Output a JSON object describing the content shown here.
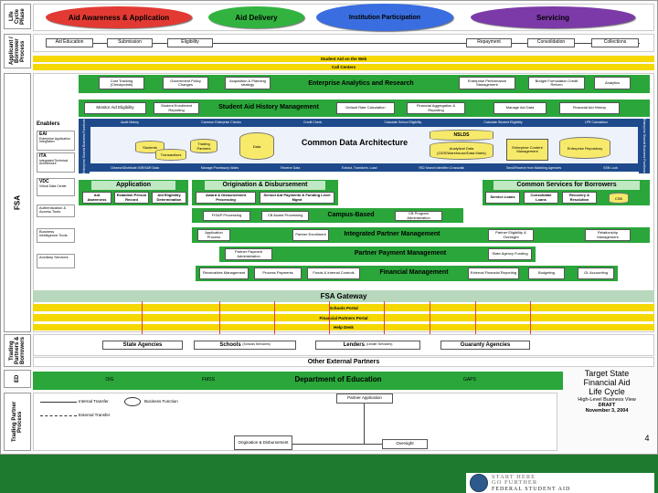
{
  "lifecycle_phases": {
    "header": "Life Cycle Phase",
    "phases": [
      {
        "label": "Aid Awareness & Application",
        "color": "#e23a33"
      },
      {
        "label": "Aid Delivery",
        "color": "#32b340"
      },
      {
        "label": "Institution Participation",
        "color": "#1e56c8"
      },
      {
        "label": "Servicing",
        "color": "#7c3aa8"
      }
    ]
  },
  "applicant_process": {
    "side_label": "Applicant / Borrower Process",
    "steps": [
      "Aid Education",
      "Submission",
      "Eligibility",
      "Repayment",
      "Consolidation",
      "Collections"
    ]
  },
  "portal_bars": [
    "Student Aid on the Web",
    "Call Centers"
  ],
  "fsa": {
    "side_label": "FSA",
    "enterprise_analytics": {
      "title": "Enterprise Analytics and Research",
      "boxes": [
        "Cost Tracking (Checkpoints)",
        "Government Policy Changes",
        "Acquisition & Planning strategy",
        "Enterprise Performance Management",
        "Budget Formulation Credit Reform",
        "Analytics"
      ]
    },
    "aid_history": {
      "title": "Student Aid History Management",
      "boxes": [
        "Monitor Aid Eligibility",
        "Student Enrollment Reporting",
        "Default Rate Calculation",
        "Financial Aggregation & Reporting",
        "Manage Aid Data",
        "Financial Aid History"
      ]
    },
    "cda_top_bar": [
      "Audit History",
      "Common Enterprise Checks",
      "Credit Check",
      "Calculate School Eligibility",
      "Calculate Student Eligibility",
      "LPR Calculation"
    ],
    "cda_side_labels": [
      "Enterprise Shared Business Functions",
      "Enterprise Shared Business Functions"
    ],
    "common_data_architecture": {
      "title": "Common Data Architecture",
      "items": [
        "Students",
        "Trading Partners",
        "Transactions",
        "Data",
        "NSLDS",
        "Analytical Data (ODS/Warehouse/Data Marts)",
        "Enterprise Content Management",
        "Enterprise Repository"
      ]
    },
    "cda_bottom_bar": [
      "Cleanse/Distribute ISIR/SAR Data",
      "Manage Promissory Notes",
      "Receive Data",
      "Extract, Transform, Load",
      "RID Search Identifier Crosswalk",
      "Send/Receive from Matching Agencies",
      "SSN Look"
    ],
    "enablers": {
      "title": "Enablers",
      "items": [
        {
          "name": "EAI",
          "desc": "Enterprise Application Integration"
        },
        {
          "name": "ITA",
          "desc": "Integrated Technical Architecture"
        },
        {
          "name": "VDC",
          "desc": "Virtual Data Center"
        },
        {
          "name": "Authentication & Access Tools",
          "desc": ""
        },
        {
          "name": "Business Intelligence Tools",
          "desc": ""
        },
        {
          "name": "Ancillary Services",
          "desc": ""
        }
      ]
    },
    "application": {
      "title": "Application",
      "boxes": [
        "Aid Awareness",
        "Establish Person Record",
        "Aid Eligibility Determination"
      ]
    },
    "origination": {
      "title": "Origination & Disbursement",
      "boxes": [
        "Award & Disbursement Processing",
        "School Aid Payments & Funding Level Mgmt"
      ]
    },
    "borrower_services": {
      "title": "Common Services for Borrowers",
      "boxes": [
        "Service Loans",
        "Consolidate Loans",
        "Recovery & Resolution",
        "CSB"
      ]
    },
    "campus_based": {
      "title": "Campus-Based",
      "boxes": [
        "FISAP Processing",
        "CB Award Processing",
        "CB Program Administration"
      ]
    },
    "integrated_partner": {
      "title": "Integrated Partner Management",
      "boxes": [
        "Application Process",
        "Partner Enrollment",
        "Partner Eligibility & Oversight",
        "Relationship Management"
      ]
    },
    "partner_payment": {
      "title": "Partner Payment Management",
      "boxes": [
        "Partner Payment Administration",
        "State Agency Funding"
      ]
    },
    "financial_management": {
      "title": "Financial Management",
      "boxes": [
        "Receivables Management",
        "Process Payments",
        "Funds & Internal Controls",
        "External Financial Reporting",
        "Budgeting",
        "GL Accounting"
      ]
    }
  },
  "gateway": {
    "title": "FSA Gateway",
    "portals": [
      "Schools Portal",
      "Financial Partners Portal",
      "Help Desk"
    ]
  },
  "trading_partners": {
    "side_label": "Trading Partners & Borrowers",
    "partners": [
      {
        "name": "State Agencies",
        "sub": ""
      },
      {
        "name": "Schools",
        "sub": "(Schools Servicers)"
      },
      {
        "name": "Lenders",
        "sub": "(Lender Servicers)"
      },
      {
        "name": "Guaranty Agencies",
        "sub": ""
      }
    ],
    "other": "Other External Partners"
  },
  "ed": {
    "side_label": "ED",
    "title": "Department of Education",
    "items": [
      "OIG",
      "FMSS",
      "GAPS"
    ]
  },
  "partner_process": {
    "side_label": "Trading Partner Process",
    "boxes": [
      "Partner Application",
      "Origination & Disbursement",
      "Oversight"
    ]
  },
  "legend": {
    "items": [
      "Internal Transfer",
      "Business Function",
      "External Transfer"
    ]
  },
  "target_state": {
    "lines": [
      "Target State",
      "Financial Aid",
      "Life Cycle",
      "High-Level Business View",
      "DRAFT",
      "November 3, 2004"
    ]
  },
  "page_number": "4",
  "logo": {
    "lines": [
      "START HERE",
      "GO FURTHER",
      "FEDERAL STUDENT AID"
    ]
  },
  "colors": {
    "green": "#2aa63a",
    "dark_green": "#1a9a2c",
    "yellow": "#f4d800",
    "blue": "#1e4a8c",
    "footer_green": "#1e7a2e"
  }
}
